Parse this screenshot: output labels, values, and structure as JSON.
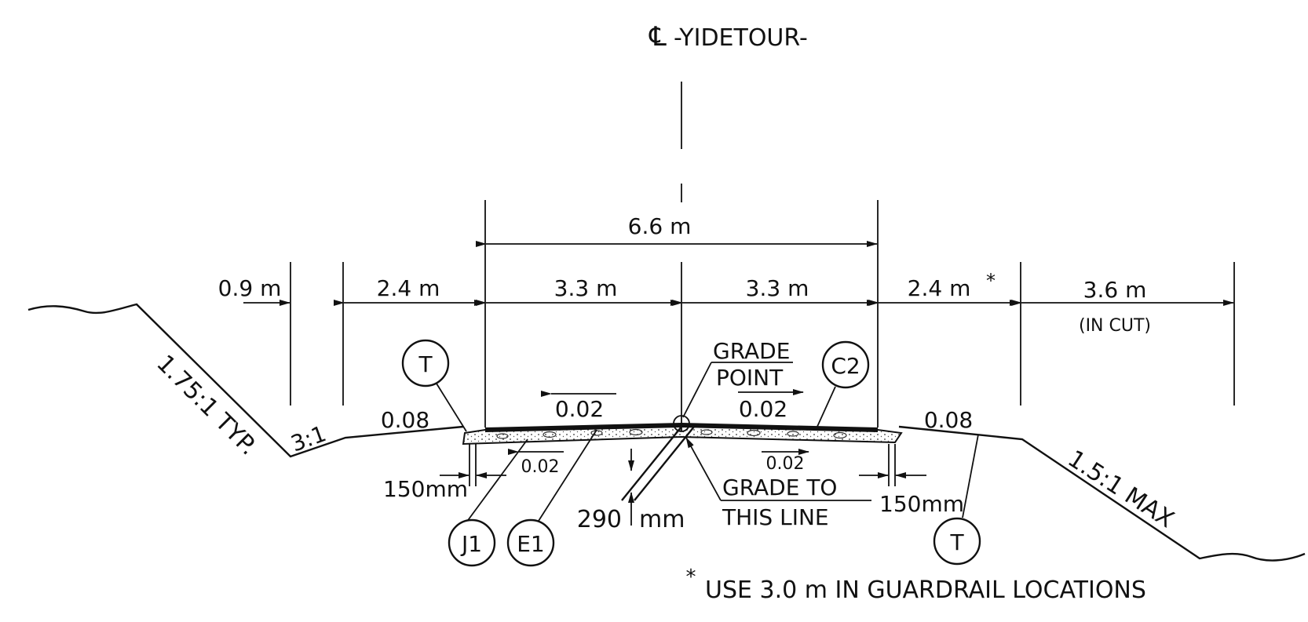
{
  "centerline": {
    "symbol": "℄",
    "label": "-YIDETOUR-"
  },
  "dimensions": {
    "total_width": "6.6 m",
    "left_slope_zone": "0.9 m",
    "left_shoulder": "2.4 m",
    "left_lane": "3.3 m",
    "right_lane": "3.3 m",
    "right_shoulder": "2.4 m",
    "right_shoulder_mark": "*",
    "right_ditch": "3.6 m",
    "right_ditch_note": "(IN CUT)"
  },
  "slopes": {
    "left_fill": "1.75:1 TYP.",
    "left_ditch": "3:1",
    "left_shoulder": "0.08",
    "left_lane": "0.02",
    "right_lane": "0.02",
    "right_shoulder": "0.08",
    "subgrade_left": "0.02",
    "subgrade_right": "0.02",
    "right_fill": "1.5:1 MAX"
  },
  "callouts": {
    "grade_point_1": "GRADE",
    "grade_point_2": "POINT",
    "grade_line_1": "GRADE TO",
    "grade_line_2": "THIS LINE",
    "depth_value": "290",
    "depth_unit": "mm",
    "left_offset": "150mm",
    "right_offset": "150mm"
  },
  "bubbles": {
    "t_left": "T",
    "c2": "C2",
    "j1": "J1",
    "e1": "E1",
    "t_right": "T"
  },
  "footnote": {
    "mark": "*",
    "text": "USE 3.0 m IN GUARDRAIL LOCATIONS"
  }
}
